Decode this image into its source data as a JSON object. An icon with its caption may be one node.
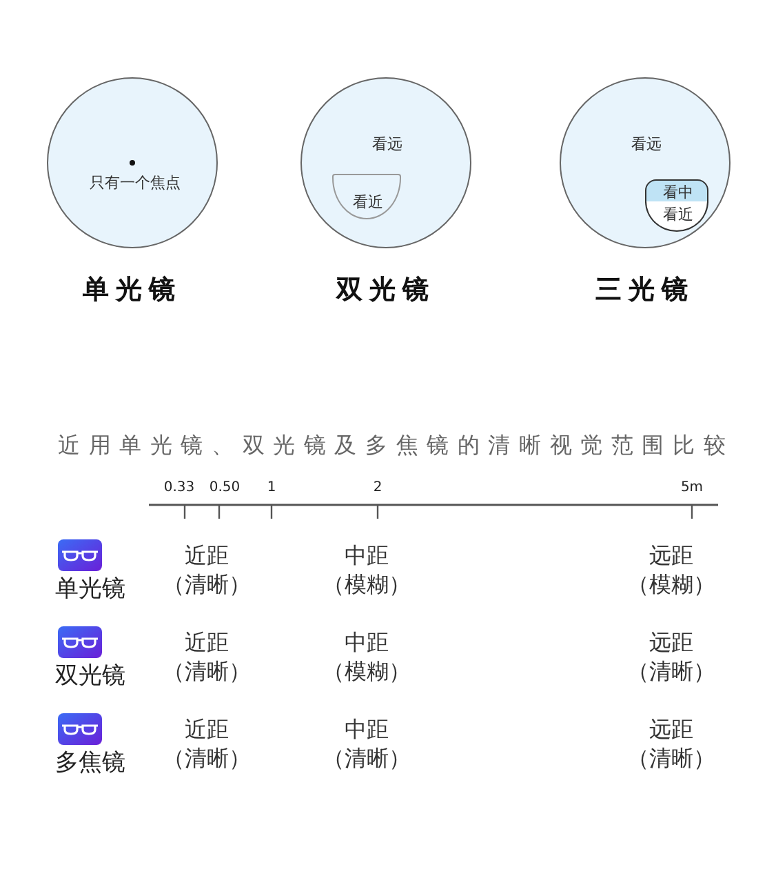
{
  "diagram": {
    "title": "近用单光镜、双光镜及多焦镜的清晰视觉范围比较",
    "nodes": [
      {
        "text": [
          "只有一个焦点"
        ],
        "beside": [
          "单光镜"
        ]
      },
      {
        "text": [
          "看远"
        ],
        "beside": [
          "双光镜"
        ]
      },
      {
        "text": [
          "看近"
        ],
        "in": 1
      },
      {
        "text": [
          "看远"
        ],
        "beside": [
          "三光镜"
        ]
      },
      {
        "text": [
          "看中"
        ],
        "in": 3
      },
      {
        "text": [
          "看近"
        ],
        "in": 3
      }
    ],
    "labels": [
      "0.33",
      "0.50",
      "1",
      "2",
      "5m",
      "单光镜",
      "近距",
      "（清晰）",
      "中距",
      "（模糊）",
      "远距",
      "（模糊）",
      "双光镜",
      "近距",
      "（清晰）",
      "中距",
      "（模糊）",
      "远距",
      "（清晰）",
      "多焦镜",
      "近距",
      "（清晰）",
      "中距",
      "（清晰）",
      "远距",
      "（清晰）"
    ]
  }
}
